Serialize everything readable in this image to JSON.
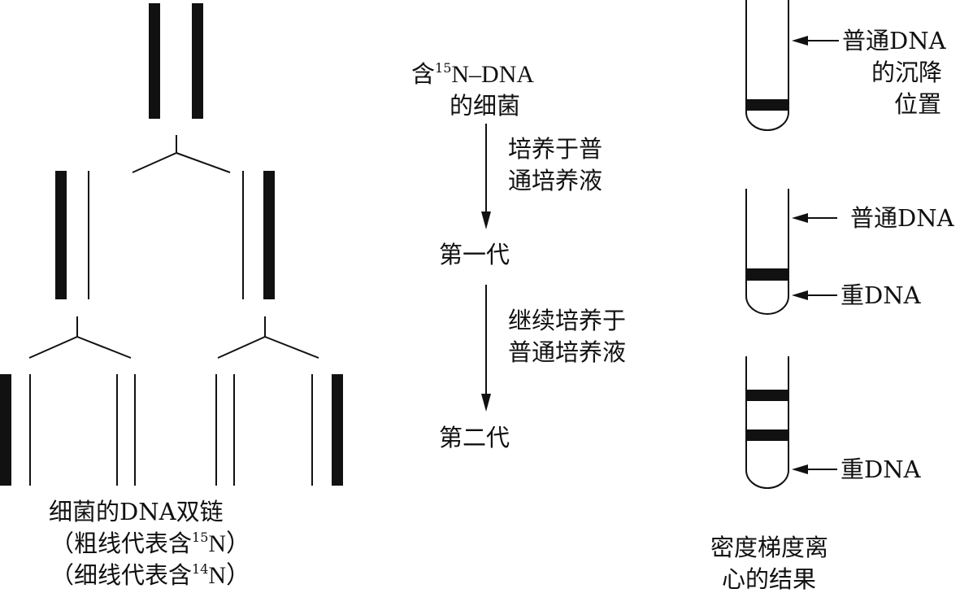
{
  "left": {
    "caption_line1": "细菌的DNA双链",
    "caption_line2_pre": "（粗线代表含",
    "caption_line2_sup": "15",
    "caption_line2_post": "N）",
    "caption_line3_pre": "（细线代表含",
    "caption_line3_sup": "14",
    "caption_line3_post": "N）"
  },
  "middle": {
    "start_pre": "含",
    "start_sup": "15",
    "start_post": "N–DNA",
    "start_line2": "的细菌",
    "step1_line1": "培养于普",
    "step1_line2": "通培养液",
    "gen1": "第一代",
    "step2_line1": "继续培养于",
    "step2_line2": "普通培养液",
    "gen2": "第二代"
  },
  "right": {
    "tube1_label_line1": "普通DNA",
    "tube1_label_line2": "的沉降",
    "tube1_label_line3": "位置",
    "tube2_label_top": "普通DNA",
    "tube2_label_bottom": "重DNA",
    "tube3_label_bottom": "重DNA",
    "caption_line1": "密度梯度离",
    "caption_line2": "心的结果"
  },
  "colors": {
    "ink": "#111111",
    "background": "#ffffff"
  }
}
